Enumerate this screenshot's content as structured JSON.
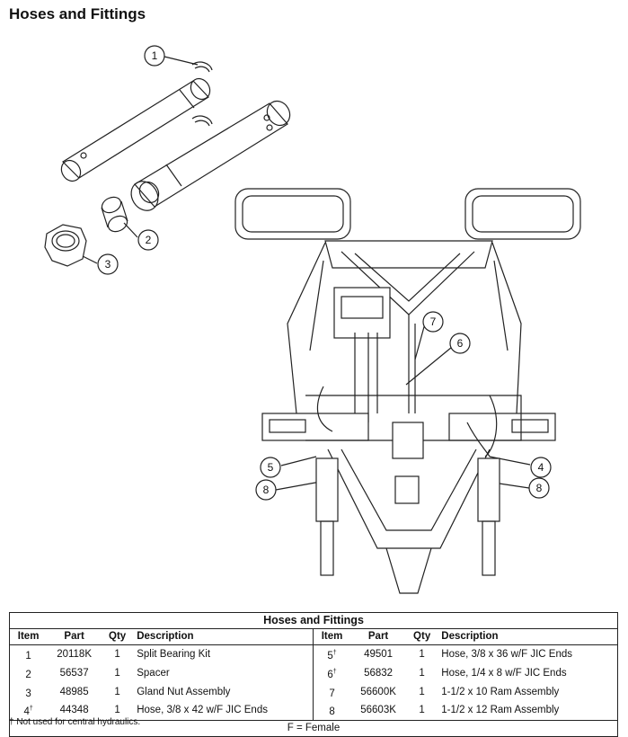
{
  "title": "Hoses and Fittings",
  "callouts": [
    "1",
    "2",
    "3",
    "4",
    "5",
    "6",
    "7",
    "8",
    "8"
  ],
  "table": {
    "title": "Hoses and Fittings",
    "headers": [
      "Item",
      "Part",
      "Qty",
      "Description"
    ],
    "left_rows": [
      {
        "item": "1",
        "mark": "",
        "part": "20118K",
        "qty": "1",
        "desc": "Split Bearing Kit"
      },
      {
        "item": "2",
        "mark": "",
        "part": "56537",
        "qty": "1",
        "desc": "Spacer"
      },
      {
        "item": "3",
        "mark": "",
        "part": "48985",
        "qty": "1",
        "desc": "Gland Nut Assembly"
      },
      {
        "item": "4",
        "mark": "†",
        "part": "44348",
        "qty": "1",
        "desc": "Hose, 3/8 x 42 w/F JIC Ends"
      }
    ],
    "right_rows": [
      {
        "item": "5",
        "mark": "†",
        "part": "49501",
        "qty": "1",
        "desc": "Hose, 3/8 x 36 w/F JIC Ends"
      },
      {
        "item": "6",
        "mark": "†",
        "part": "56832",
        "qty": "1",
        "desc": "Hose, 1/4 x 8 w/F JIC Ends"
      },
      {
        "item": "7",
        "mark": "",
        "part": "56600K",
        "qty": "1",
        "desc": "1-1/2 x 10 Ram Assembly"
      },
      {
        "item": "8",
        "mark": "",
        "part": "56603K",
        "qty": "1",
        "desc": "1-1/2 x 12 Ram Assembly"
      }
    ],
    "footer": "F = Female"
  },
  "footnote": "† Not used for central hydraulics."
}
